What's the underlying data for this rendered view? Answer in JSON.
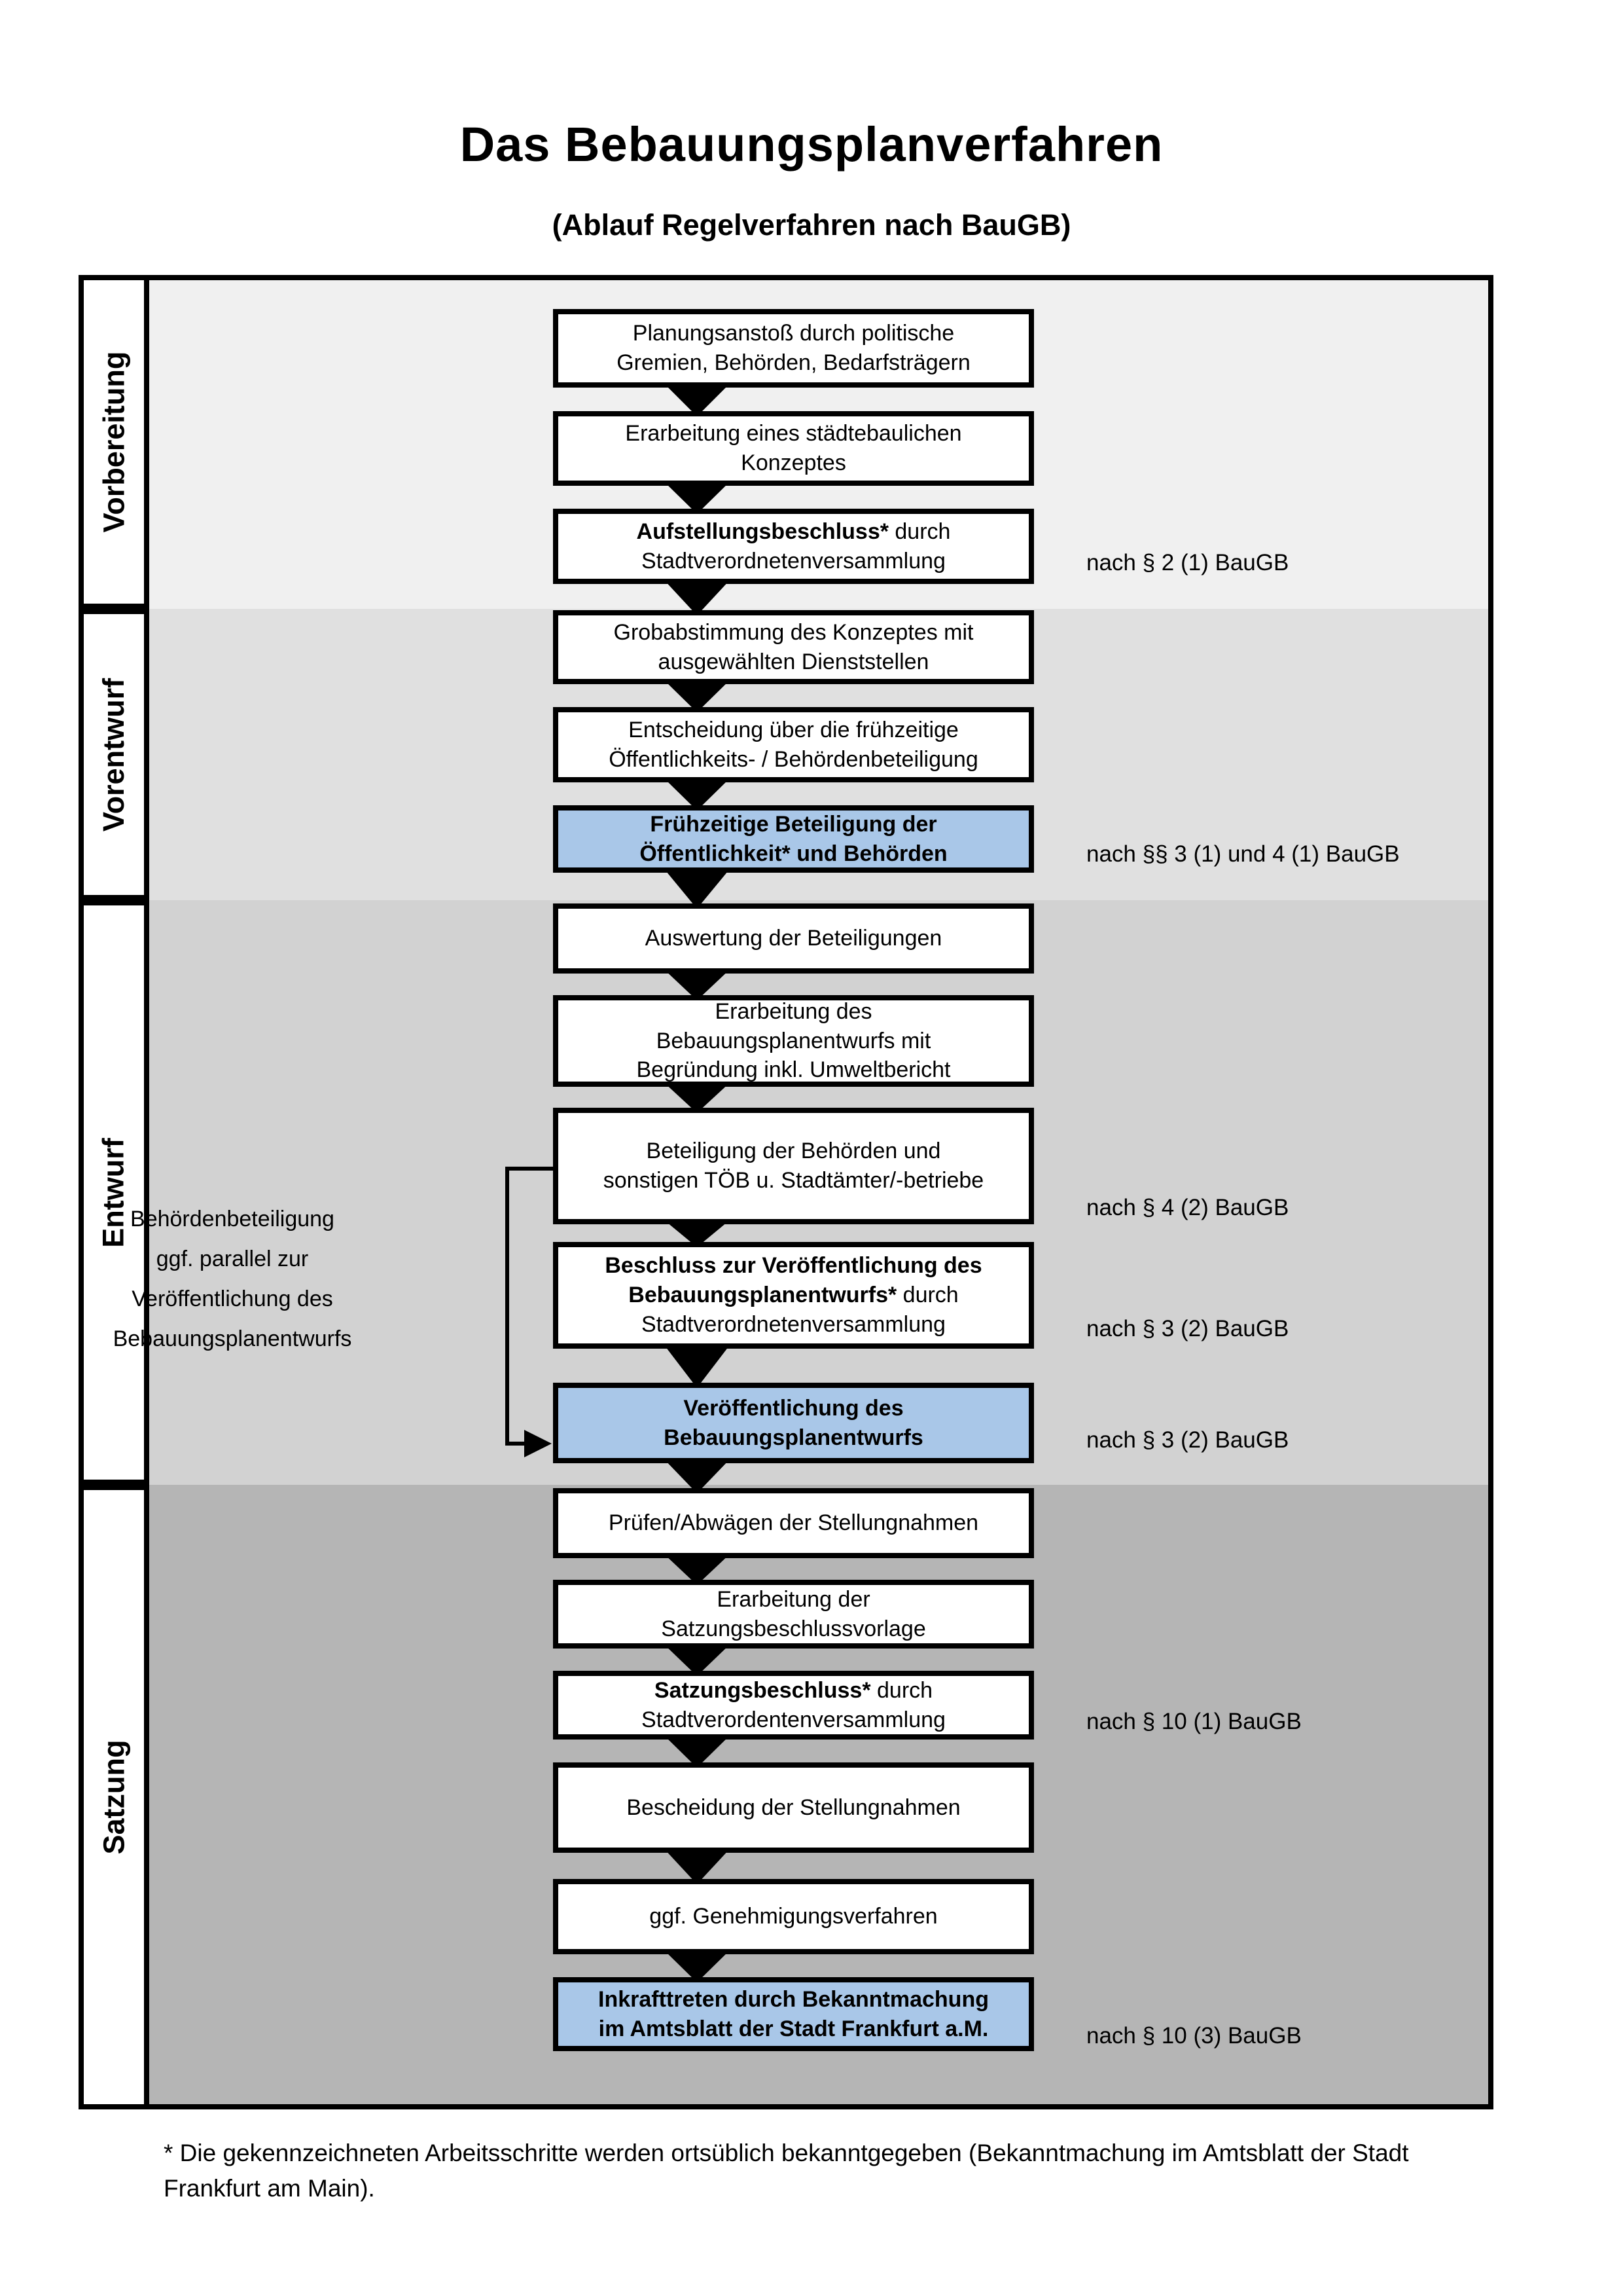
{
  "page": {
    "title": "Das Bebauungsplanverfahren",
    "subtitle": "(Ablauf Regelverfahren nach BauGB)"
  },
  "phases": [
    "Vorbereitung",
    "Vorentwurf",
    "Entwurf",
    "Satzung"
  ],
  "flow": {
    "boxes": [
      {
        "bold": "",
        "rest": "Planungsanstoß durch politische\nGremien, Behörden, Bedarfsträgern",
        "highlighted": false
      },
      {
        "bold": "",
        "rest": "Erarbeitung eines städtebaulichen\nKonzeptes",
        "highlighted": false
      },
      {
        "bold": "Aufstellungsbeschluss*",
        "rest": " durch\nStadtverordnetenversammlung",
        "highlighted": false
      },
      {
        "bold": "",
        "rest": "Grobabstimmung des Konzeptes mit\nausgewählten Dienststellen",
        "highlighted": false
      },
      {
        "bold": "",
        "rest": "Entscheidung über die frühzeitige\nÖffentlichkeits- / Behördenbeteiligung",
        "highlighted": false
      },
      {
        "bold": "Frühzeitige Beteiligung der\nÖffentlichkeit* und Behörden",
        "rest": "",
        "highlighted": true
      },
      {
        "bold": "",
        "rest": "Auswertung der Beteiligungen",
        "highlighted": false
      },
      {
        "bold": "",
        "rest": "Erarbeitung des\nBebauungsplanentwurfs mit\nBegründung inkl. Umweltbericht",
        "highlighted": false
      },
      {
        "bold": "",
        "rest": "Beteiligung der Behörden und\nsonstigen TÖB u. Stadtämter/-betriebe",
        "highlighted": false
      },
      {
        "bold": "Beschluss zur Veröffentlichung des\nBebauungsplanentwurfs*",
        "rest": " durch\nStadtverordnetenversammlung",
        "highlighted": false
      },
      {
        "bold": "Veröffentlichung des\nBebauungsplanentwurfs",
        "rest": "",
        "highlighted": true
      },
      {
        "bold": "",
        "rest": "Prüfen/Abwägen der Stellungnahmen",
        "highlighted": false
      },
      {
        "bold": "",
        "rest": "Erarbeitung der\nSatzungsbeschlussvorlage",
        "highlighted": false
      },
      {
        "bold": "Satzungsbeschluss*",
        "rest": " durch\nStadtverordentenversammlung",
        "highlighted": false
      },
      {
        "bold": "",
        "rest": "Bescheidung der Stellungnahmen",
        "highlighted": false
      },
      {
        "bold": "",
        "rest": "ggf. Genehmigungsverfahren",
        "highlighted": false
      },
      {
        "bold": "Inkrafttreten",
        "rest": " durch Bekanntmachung\nim Amtsblatt der Stadt Frankfurt a.M.",
        "highlighted": true
      }
    ]
  },
  "side_note": "Behördenbeteiligung\nggf. parallel zur\nVeröffentlichung des\nBebauungsplanentwurfs",
  "references": [
    "nach § 2 (1) BauGB",
    "nach §§ 3 (1) und 4 (1) BauGB",
    "nach § 4 (2) BauGB",
    "nach § 3 (2) BauGB",
    "nach § 3 (2) BauGB",
    "nach § 10 (1) BauGB",
    "nach § 10 (3) BauGB"
  ],
  "footnote": "* Die gekennzeichneten Arbeitsschritte werden ortsüblich bekanntgegeben (Bekanntmachung im Amtsblatt  der Stadt\nFrankfurt am Main).",
  "colors": {
    "highlight_box_fill": "#a9c7e8",
    "band_vorbereitung": "#f0f0f0",
    "band_vorentwurf": "#e0e0e0",
    "band_entwurf": "#d2d2d2",
    "band_satzung": "#b5b5b5",
    "box_border": "#000000",
    "text": "#000000"
  }
}
